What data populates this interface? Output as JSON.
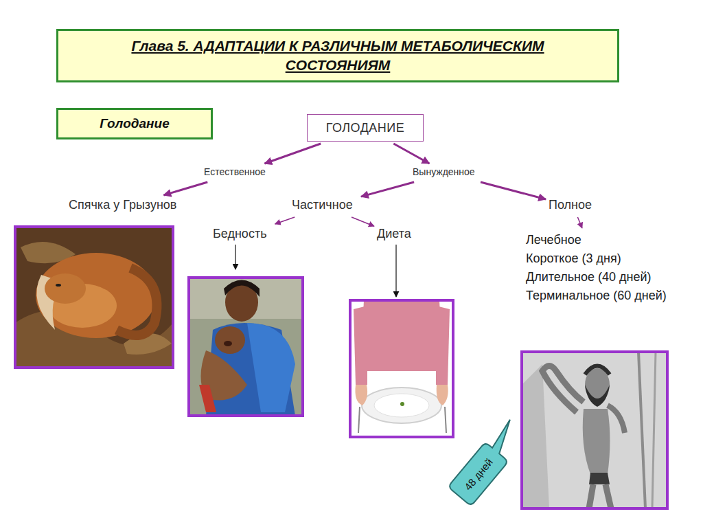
{
  "diagram": {
    "title": "Глава 5. АДАПТАЦИИ К РАЗЛИЧНЫМ МЕТАБОЛИЧЕСКИМ СОСТОЯНИЯМ",
    "nodes": [
      {
        "text": [
          "Голодание"
        ]
      },
      {
        "text": [
          "ГОЛОДАНИЕ"
        ]
      },
      {
        "text": [
          "Естественное"
        ]
      },
      {
        "text": [
          "Вынужденное"
        ]
      },
      {
        "text": [
          "Спячка у Грызунов"
        ]
      },
      {
        "text": [
          "Частичное"
        ]
      },
      {
        "text": [
          "Полное"
        ]
      },
      {
        "text": [
          "Бедность"
        ]
      },
      {
        "text": [
          "Диета"
        ]
      },
      {
        "text": [
          "Лечебное",
          "Короткое (3 дня)",
          "Длительное (40 дней)",
          "Терминальное (60 дней)"
        ]
      },
      {
        "text": [
          "48 дней"
        ]
      }
    ],
    "edges": [
      {
        "from": 1,
        "to": 2,
        "arrow": "to"
      },
      {
        "from": 1,
        "to": 3,
        "arrow": "to"
      },
      {
        "from": 2,
        "to": 4,
        "arrow": "to"
      },
      {
        "from": 3,
        "to": 5,
        "arrow": "to"
      },
      {
        "from": 3,
        "to": 6,
        "arrow": "to"
      },
      {
        "from": 5,
        "to": 7,
        "arrow": "to"
      },
      {
        "from": 5,
        "to": 8,
        "arrow": "to"
      },
      {
        "from": 6,
        "to": 9,
        "arrow": "to"
      }
    ]
  }
}
